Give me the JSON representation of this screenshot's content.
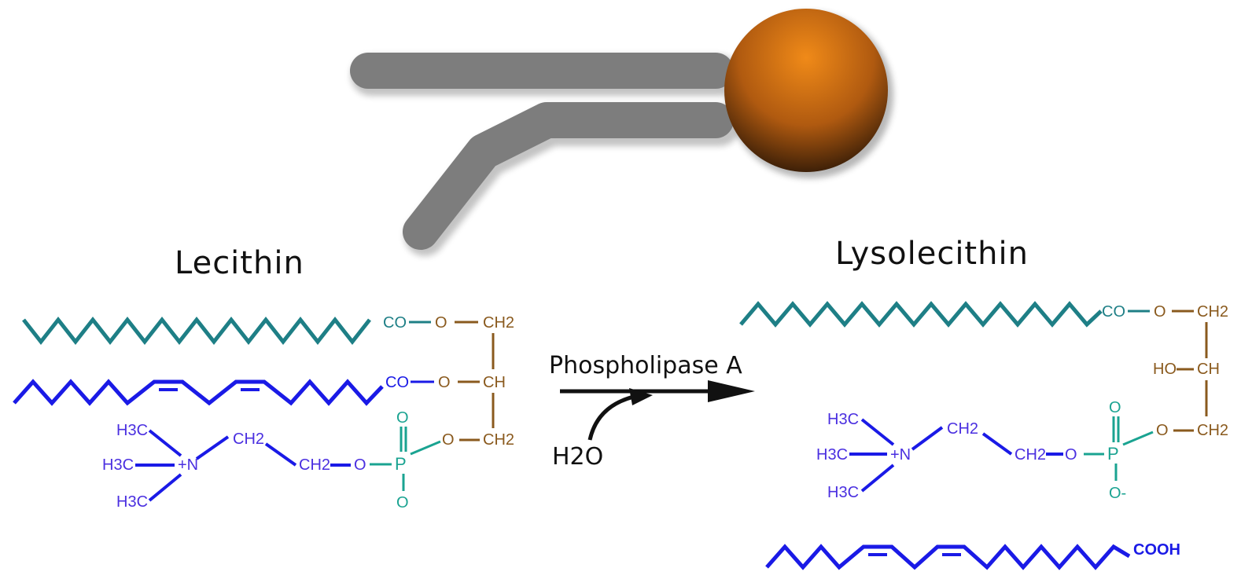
{
  "reactant": {
    "name": "Lecithin",
    "chain1": [
      "CO",
      "O",
      "CH2"
    ],
    "chain2": [
      "CO",
      "O",
      "CH"
    ],
    "glycerol3": [
      "O",
      "CH2"
    ],
    "phosphate": [
      "O",
      "P",
      "O"
    ],
    "choline": [
      "H3C",
      "H3C",
      "H3C",
      "+N",
      "CH2",
      "CH2",
      "O"
    ]
  },
  "arrow": {
    "enzyme": "Phospholipase A",
    "reagent": "H2O"
  },
  "product": {
    "name": "Lysolecithin",
    "chain1": [
      "CO",
      "O",
      "CH2"
    ],
    "glycerol2": [
      "HO",
      "CH"
    ],
    "glycerol3": [
      "O",
      "CH2"
    ],
    "phosphate": [
      "O",
      "P",
      "O-"
    ],
    "choline": [
      "H3C",
      "H3C",
      "H3C",
      "+N",
      "CH2",
      "CH2",
      "O"
    ],
    "fatty_acid": "COOH"
  },
  "colors": {
    "saturated_chain": "#1e7f86",
    "unsaturated_chain": "#1a1ae6",
    "glycerol": "#8a5a1e",
    "phosphate": "#1aa391",
    "choline": "#4a2fe0",
    "tail": "#7d7d7d",
    "head": "#e07a10"
  }
}
